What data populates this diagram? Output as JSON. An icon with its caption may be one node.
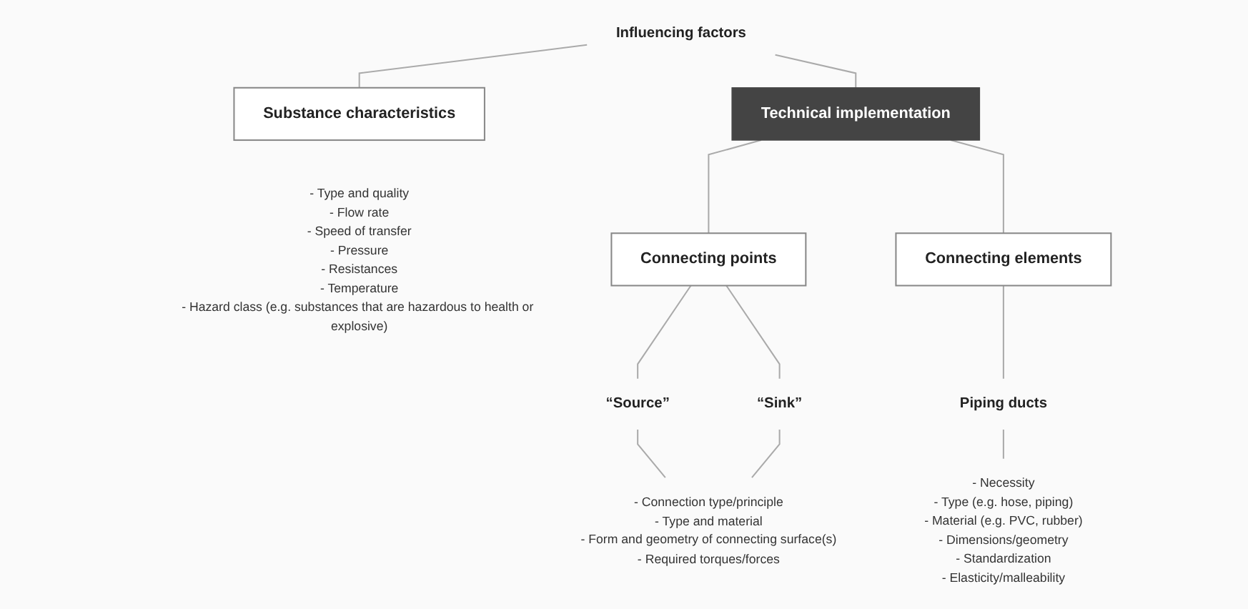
{
  "diagram": {
    "nodes": [
      {
        "text": [
          "Influencing factors"
        ]
      },
      {
        "text": [
          "Substance characteristics"
        ],
        "beside": [
          "- Type and quality",
          "- Flow rate",
          "- Speed of transfer",
          "- Pressure",
          "- Resistances",
          "- Temperature",
          "- Hazard class (e.g. substances that are hazardous to health or explosive)"
        ]
      },
      {
        "text": [
          "Technical implementation"
        ]
      },
      {
        "text": [
          "Connecting points"
        ]
      },
      {
        "text": [
          "Connecting elements"
        ]
      },
      {
        "text": [
          "“Source”"
        ]
      },
      {
        "text": [
          "“Sink”"
        ]
      },
      {
        "text": [
          "Piping ducts"
        ]
      },
      {
        "text": [
          "- Connection type/principle",
          "- Type and material",
          "- Form and geometry of connecting surface(s)",
          "- Required torques/forces"
        ]
      },
      {
        "text": [
          "- Necessity",
          "- Type (e.g. hose, piping)",
          "- Material (e.g. PVC, rubber)",
          "- Dimensions/geometry",
          "- Standardization",
          "- Elasticity/malleability"
        ]
      }
    ],
    "edges": [
      {
        "from": 0,
        "to": 1,
        "arrow": "none"
      },
      {
        "from": 0,
        "to": 2,
        "arrow": "none"
      },
      {
        "from": 2,
        "to": 3,
        "arrow": "none"
      },
      {
        "from": 2,
        "to": 4,
        "arrow": "none"
      },
      {
        "from": 3,
        "to": 5,
        "arrow": "none"
      },
      {
        "from": 3,
        "to": 6,
        "arrow": "none"
      },
      {
        "from": 5,
        "to": 8,
        "arrow": "none"
      },
      {
        "from": 6,
        "to": 8,
        "arrow": "none"
      },
      {
        "from": 4,
        "to": 7,
        "arrow": "none"
      },
      {
        "from": 7,
        "to": 9,
        "arrow": "none"
      }
    ]
  }
}
